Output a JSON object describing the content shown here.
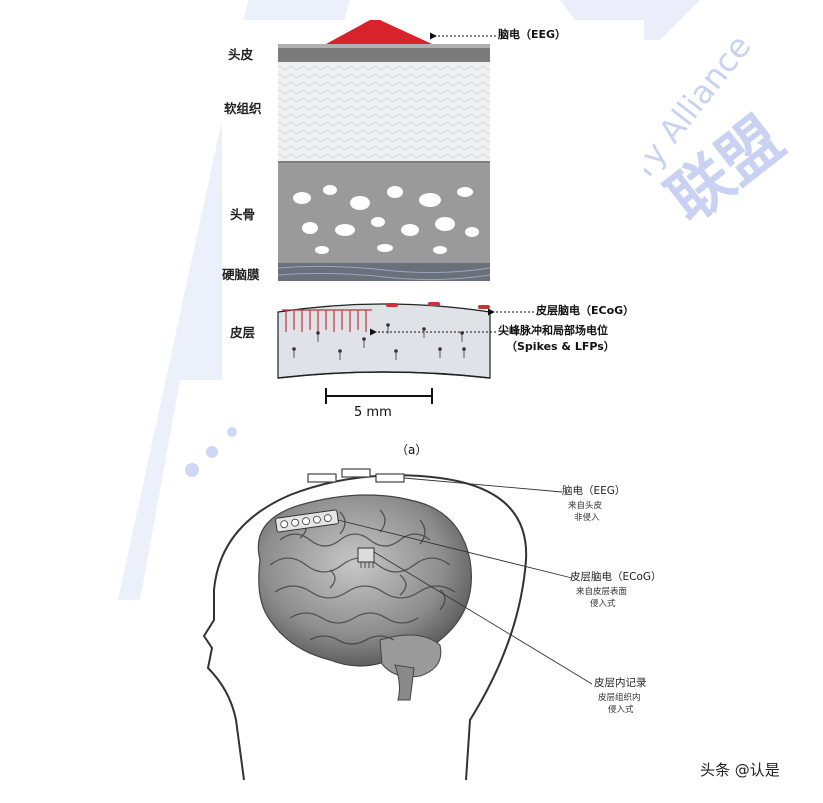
{
  "watermark": {
    "cn_text": "联盟",
    "en_text": "ry Alliance",
    "color": "#c9d2f2"
  },
  "panel_a": {
    "caption": "（a）",
    "layers": [
      "头皮",
      "软组织",
      "头骨",
      "硬脑膜",
      "皮层"
    ],
    "annotations": {
      "eeg": "脑电（EEG）",
      "ecog": "皮层脑电（ECoG）",
      "spikes_line1": "尖峰脉冲和局部场电位",
      "spikes_line2": "（Spikes & LFPs）"
    },
    "scale_bar": "5 mm",
    "colors": {
      "eeg_electrode": "#d8232a",
      "spike_marks": "#c8323a"
    }
  },
  "panel_b": {
    "callouts": [
      {
        "title": "脑电（EEG）",
        "lines": [
          "来自头皮",
          "非侵入"
        ]
      },
      {
        "title": "皮层脑电（ECoG）",
        "lines": [
          "来自皮层表面",
          "侵入式"
        ]
      },
      {
        "title": "皮层内记录",
        "lines": [
          "皮层组织内",
          "侵入式"
        ]
      }
    ]
  },
  "credit": "头条 @认是"
}
